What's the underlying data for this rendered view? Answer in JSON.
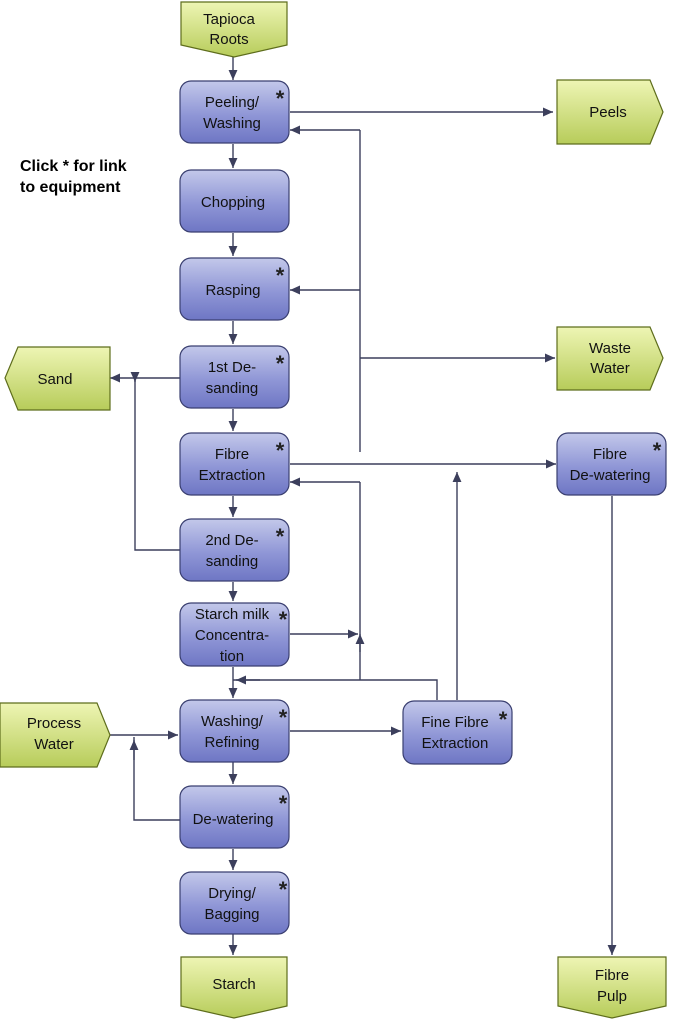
{
  "note": [
    "Click * for link",
    "to equipment"
  ],
  "process": {
    "peeling": [
      "Peeling/",
      "Washing"
    ],
    "chopping": [
      "Chopping"
    ],
    "rasping": [
      "Rasping"
    ],
    "desand1": [
      "1st De-",
      "sanding"
    ],
    "fibre_extraction": [
      "Fibre",
      "Extraction"
    ],
    "desand2": [
      "2nd De-",
      "sanding"
    ],
    "concentration": [
      "Starch milk",
      "Concentra-",
      "tion"
    ],
    "washing_refining": [
      "Washing/",
      "Refining"
    ],
    "dewatering": [
      "De-watering"
    ],
    "drying": [
      "Drying/",
      "Bagging"
    ],
    "fine_fibre": [
      "Fine Fibre",
      "Extraction"
    ],
    "fibre_dewatering": [
      "Fibre",
      "De-watering"
    ]
  },
  "terminal": {
    "tapioca_roots": [
      "Tapioca",
      "Roots"
    ],
    "peels": [
      "Peels"
    ],
    "waste_water": [
      "Waste",
      "Water"
    ],
    "sand": [
      "Sand"
    ],
    "process_water": [
      "Process",
      "Water"
    ],
    "starch": [
      "Starch"
    ],
    "fibre_pulp": [
      "Fibre",
      "Pulp"
    ]
  },
  "equipment_link_symbol": "*",
  "colors": {
    "process_fill_top": "#c3c8ea",
    "process_fill_bottom": "#6e76c4",
    "process_stroke": "#3a3f70",
    "terminal_fill_top": "#eef5b4",
    "terminal_fill_bottom": "#b7cc5a",
    "terminal_stroke": "#5e6d1c",
    "arrow": "#3c3f5c"
  }
}
